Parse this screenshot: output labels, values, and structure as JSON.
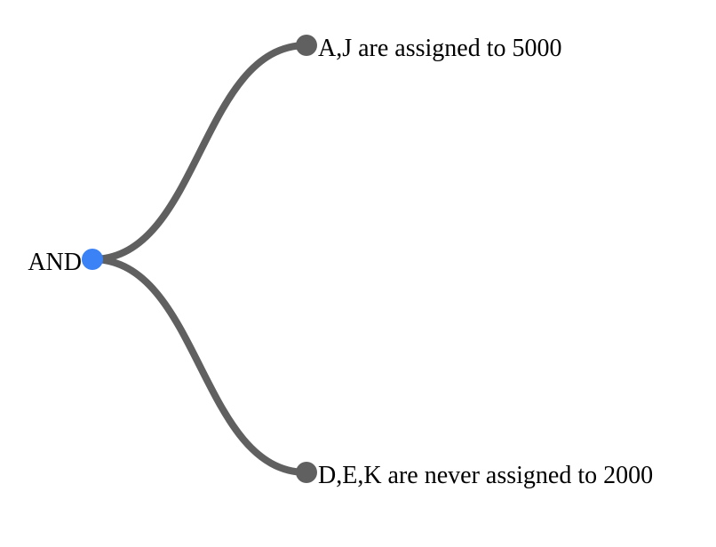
{
  "tree": {
    "root": {
      "label": "AND",
      "color": "#3b82f6"
    },
    "children": [
      {
        "label": "A,J are assigned to 5000",
        "color": "#606060"
      },
      {
        "label": "D,E,K are never assigned to 2000",
        "color": "#606060"
      }
    ],
    "link_color": "#606060"
  }
}
